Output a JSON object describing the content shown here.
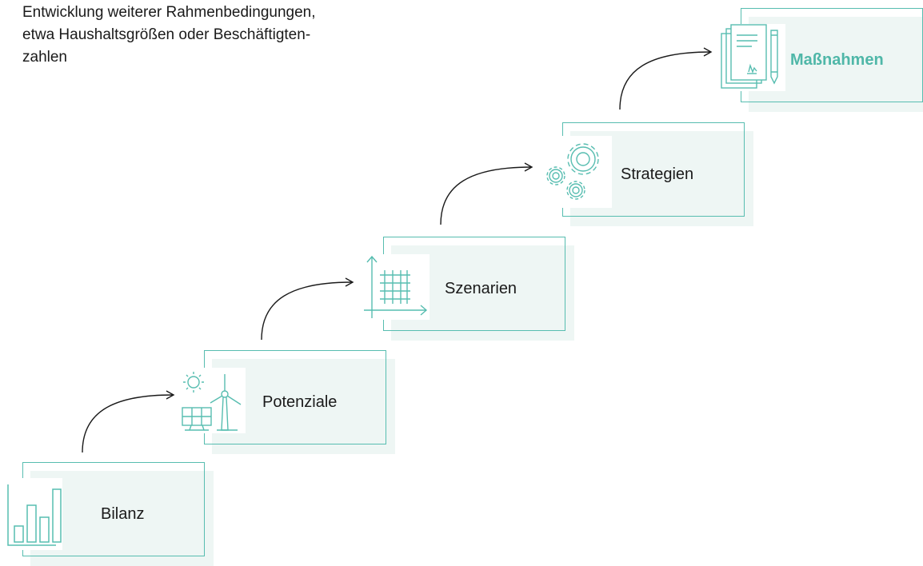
{
  "intro": {
    "text": "Entwicklung weiterer Rahmenbedingungen,\netwa Haushaltsgrößen oder Beschäftigten-\nzahlen"
  },
  "colors": {
    "accent": "#57bdb0",
    "panel": "#eef6f4",
    "text": "#1a1a1a",
    "highlight_text": "#4fb7a8"
  },
  "steps": [
    {
      "label": "Bilanz",
      "icon": "bar-chart-icon"
    },
    {
      "label": "Potenziale",
      "icon": "solar-wind-icon"
    },
    {
      "label": "Szenarien",
      "icon": "grid-axes-icon"
    },
    {
      "label": "Strategien",
      "icon": "gears-icon"
    },
    {
      "label": "Maßnahmen",
      "icon": "documents-pen-icon",
      "highlighted": true
    }
  ]
}
